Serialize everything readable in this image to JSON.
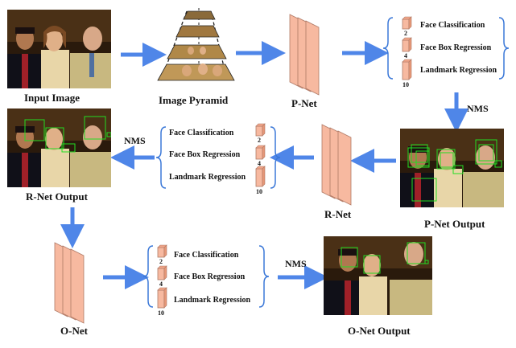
{
  "labels": {
    "input_image": "Input Image",
    "image_pyramid": "Image Pyramid",
    "pnet": "P-Net",
    "pnet_output": "P-Net Output",
    "rnet": "R-Net",
    "rnet_output": "R-Net Output",
    "onet": "O-Net",
    "onet_output": "O-Net Output",
    "nms": "NMS"
  },
  "heads": {
    "classification": "Face Classification",
    "box_regression": "Face Box Regression",
    "landmark_regression": "Landmark Regression",
    "dims": [
      "2",
      "4",
      "10"
    ]
  },
  "colors": {
    "arrow": "#4f86e8",
    "layer_fill": "#f7b9a0",
    "layer_stroke": "#b07a66",
    "brace": "#3b78d8",
    "box": "#22dd22"
  }
}
